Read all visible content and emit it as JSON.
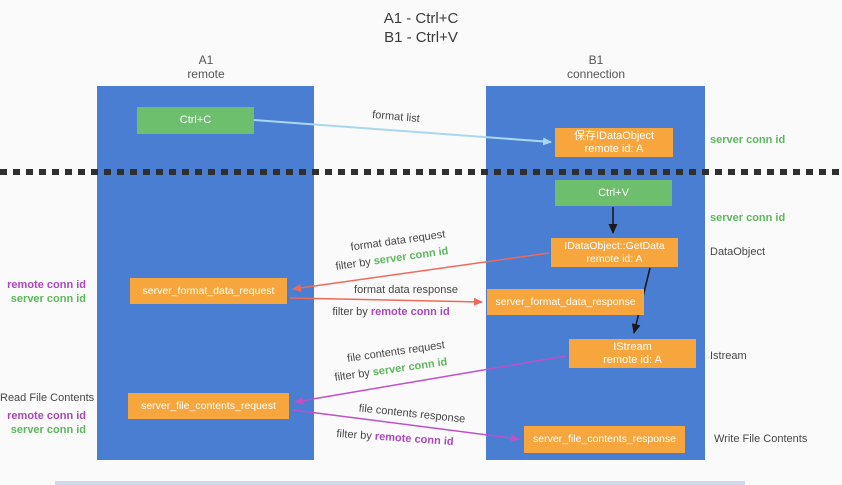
{
  "title": {
    "line1": "A1 - Ctrl+C",
    "line2": "B1 - Ctrl+V"
  },
  "columns": {
    "left": {
      "name": "A1",
      "subtitle": "remote"
    },
    "right": {
      "name": "B1",
      "subtitle": "connection"
    }
  },
  "boxes": {
    "ctrl_c": "Ctrl+C",
    "ctrl_v": "Ctrl+V",
    "save_idataobject": {
      "line1": "保存IDataObject",
      "line2": "remote id: A"
    },
    "getdata": {
      "line1": "IDataObject::GetData",
      "line2": "remote id: A"
    },
    "istream": {
      "line1": "IStream",
      "line2": "remote id: A"
    },
    "format_request": "server_format_data_request",
    "format_response": "server_format_data_response",
    "file_request": "server_file_contents_request",
    "file_response": "server_file_contents_response"
  },
  "side_labels": {
    "server_conn_id_top": "server conn id",
    "server_conn_id_mid": "server conn id",
    "dataobject": "DataObject",
    "istream": "Istream",
    "read_file": "Read File Contents",
    "write_file": "Write File Contents",
    "remote_conn_id_1": "remote conn id",
    "server_conn_id_1": "server conn id",
    "remote_conn_id_2": "remote conn id",
    "server_conn_id_2": "server conn id"
  },
  "arrow_labels": {
    "format_list": "format list",
    "format_data_request": "format data request",
    "format_data_response": "format data response",
    "file_contents_request": "file contents request",
    "file_contents_response": "file contents response",
    "filter_by": "filter by ",
    "server_conn_id": "server conn id",
    "remote_conn_id": "remote conn id"
  },
  "colors": {
    "column_blue": "#4a7ed2",
    "box_green": "#6dbe6d",
    "box_orange": "#f7a63d",
    "text_green": "#5cb85c",
    "text_purple": "#ab47bc",
    "arrow_lightblue": "#a8d8f0",
    "arrow_red": "#ee6a5a",
    "arrow_magenta": "#c050c8",
    "arrow_black": "#1a1a1a"
  }
}
